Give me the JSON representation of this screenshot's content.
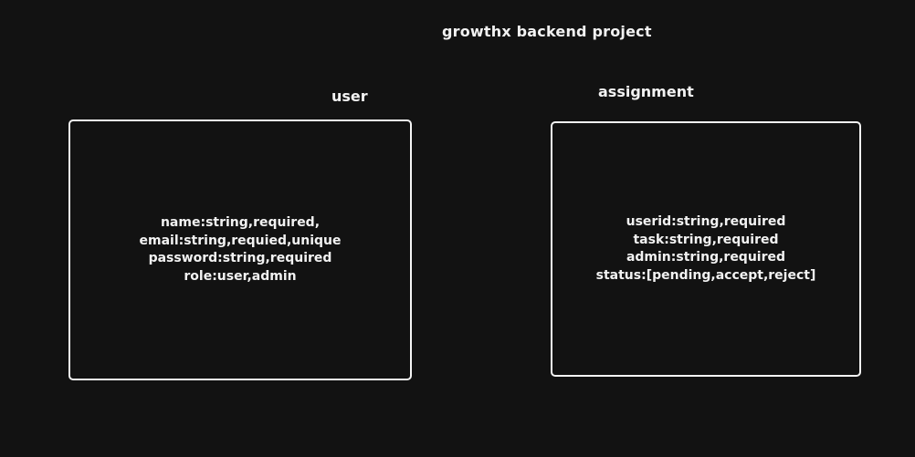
{
  "title": "growthx backend project",
  "entities": [
    {
      "label": "user",
      "fields": [
        "name:string,required,",
        "email:string,requied,unique",
        "password:string,required",
        "role:user,admin"
      ]
    },
    {
      "label": "assignment",
      "fields": [
        "userid:string,required",
        "task:string,required",
        "admin:string,required",
        "status:[pending,accept,reject]"
      ]
    }
  ]
}
